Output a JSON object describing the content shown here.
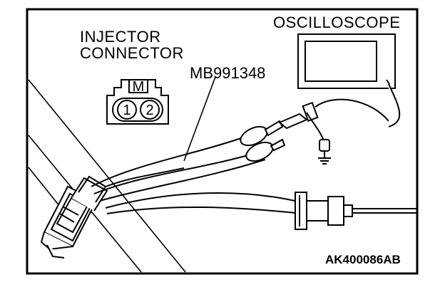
{
  "labels": {
    "injector_line1": "INJECTOR",
    "injector_line2": "CONNECTOR",
    "tool": "MB991348",
    "oscilloscope": "OSCILLOSCOPE",
    "figure_code": "AK400086AB"
  },
  "connector": {
    "key": "M",
    "pin1": "1",
    "pin2": "2"
  },
  "colors": {
    "ink": "#000000",
    "paper": "#ffffff"
  }
}
